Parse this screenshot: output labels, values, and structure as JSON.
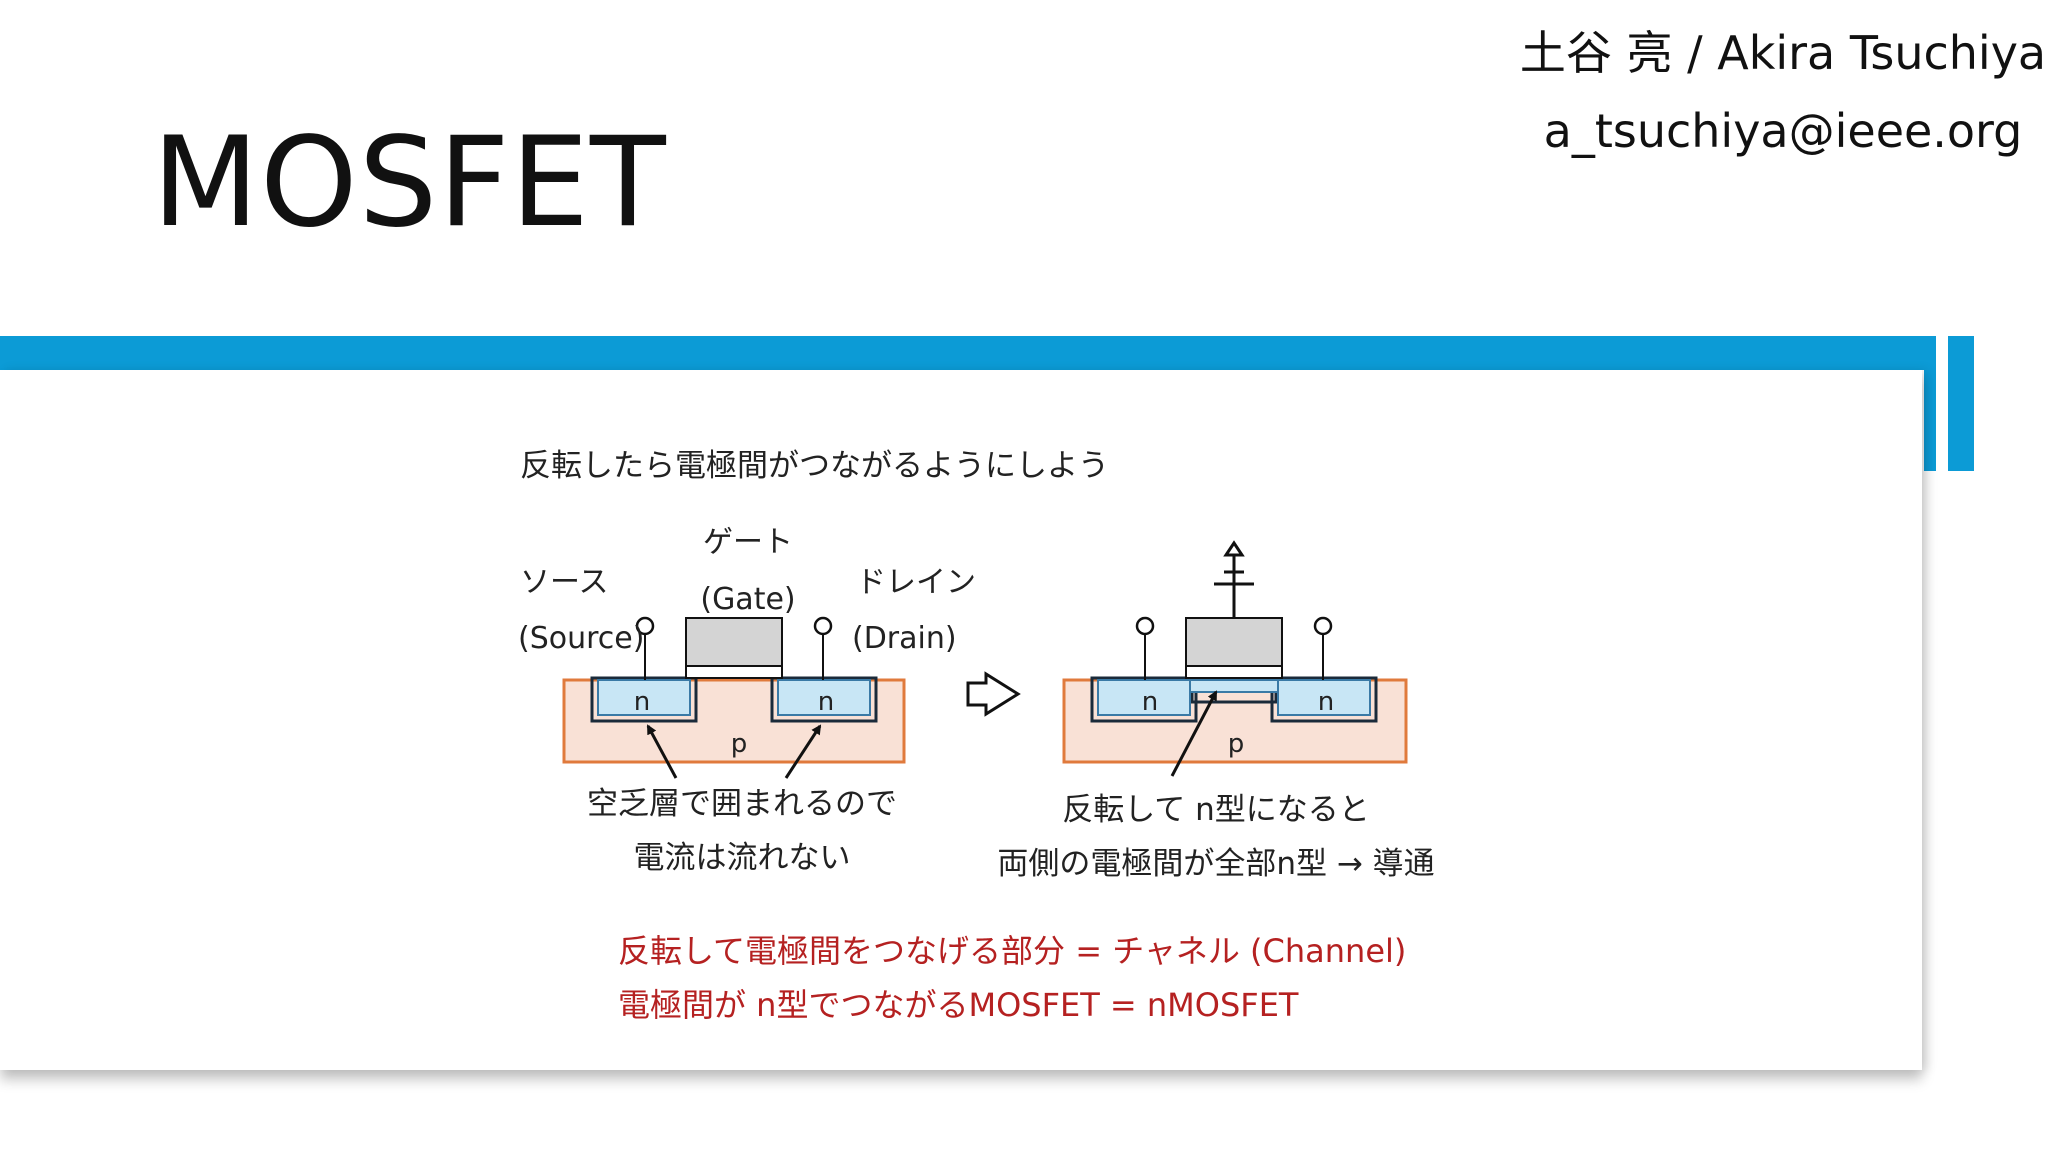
{
  "header": {
    "author_name": "土谷 亮 / Akira Tsuchiya",
    "author_email": "a_tsuchiya@ieee.org"
  },
  "slide": {
    "title": "MOSFET",
    "intro": "反転したら電極間がつながるようにしよう"
  },
  "diagram": {
    "label_gate_jp": "ゲート",
    "label_gate_en": "(Gate)",
    "label_source_jp": "ソース",
    "label_source_en": "(Source)",
    "label_drain_jp": "ドレイン",
    "label_drain_en": "(Drain)",
    "n_left": "n",
    "n_right": "n",
    "p_substrate": "p",
    "n_left_2": "n",
    "n_right_2": "n",
    "p_substrate_2": "p",
    "caption_left_1": "空乏層で囲まれるので",
    "caption_left_2": "電流は流れない",
    "caption_right_1": "反転して n型になると",
    "caption_right_2": "両側の電極間が全部n型 → 導通"
  },
  "notes": {
    "line1": "反転して電極間をつなげる部分 = チャネル (Channel)",
    "line2": "電極間が n型でつながるMOSFET = nMOSFET"
  },
  "colors": {
    "accent_bar": "#0c9bd6",
    "substrate_fill": "#f9e1d6",
    "substrate_stroke": "#e07a3c",
    "n_region_fill": "#c8e6f5",
    "gate_fill": "#d4d4d4",
    "note_red": "#b52121"
  }
}
